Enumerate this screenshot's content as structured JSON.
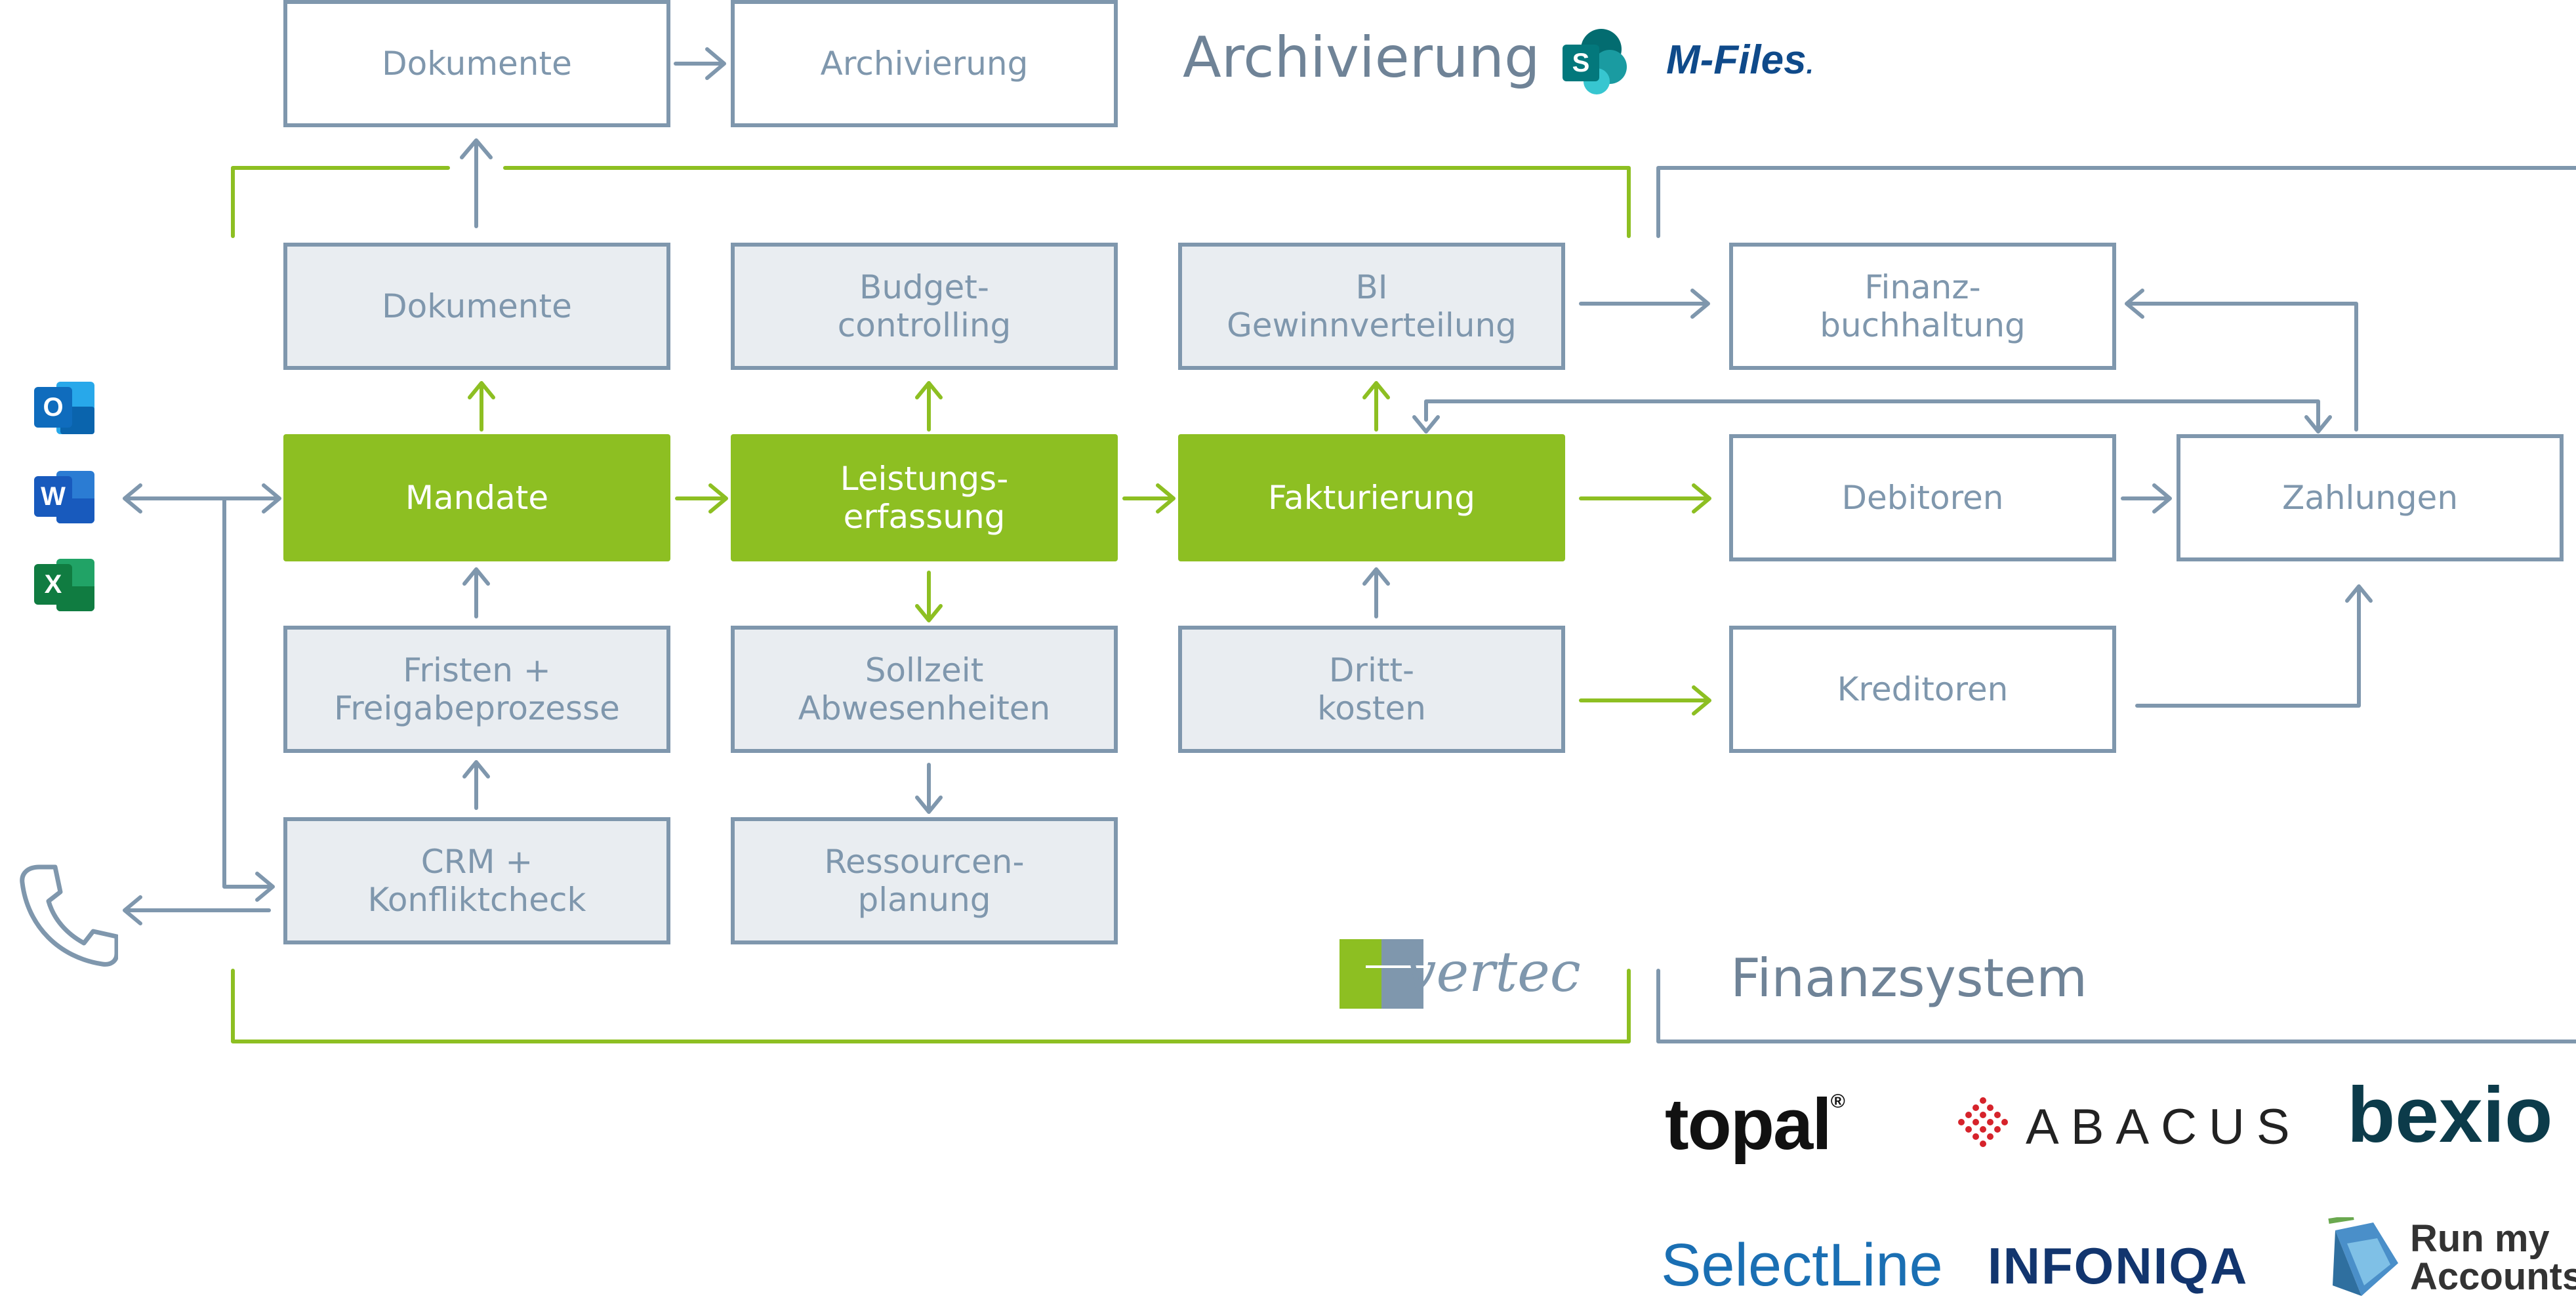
{
  "sections": {
    "archive_title": "Archivierung",
    "finance_title": "Finanzsystem"
  },
  "archive": {
    "documents": "Dokumente",
    "archiving": "Archivierung"
  },
  "vertec": {
    "documents": "Dokumente",
    "budget": [
      "Budget-",
      "controlling"
    ],
    "bi": [
      "BI",
      "Gewinnverteilung"
    ],
    "mandate": "Mandate",
    "service": [
      "Leistungs-",
      "erfassung"
    ],
    "invoicing": "Fakturierung",
    "deadlines": [
      "Fristen +",
      "Freigabeprozesse"
    ],
    "target_time": [
      "Sollzeit",
      "Abwesenheiten"
    ],
    "third_party": [
      "Dritt-",
      "kosten"
    ],
    "crm": [
      "CRM +",
      "Konfliktcheck"
    ],
    "resources": [
      "Ressourcen-",
      "planung"
    ],
    "logo": "vertec"
  },
  "finance": {
    "accounting": [
      "Finanz-",
      "buchhaltung"
    ],
    "debtors": "Debitoren",
    "payments": "Zahlungen",
    "creditors": "Kreditoren"
  },
  "apps": {
    "outlook_letter": "O",
    "word_letter": "W",
    "excel_letter": "X",
    "sharepoint_letter": "S"
  },
  "logos": {
    "mfiles": "M-Files",
    "mfiles_dot": ".",
    "topal": "topal",
    "topal_mark": "®",
    "abacus": "ABACUS",
    "bexio": "bexio",
    "selectline": "SelectLine",
    "infoniqa": "INFONIQA",
    "runmyaccounts": [
      "Run my",
      "Accounts"
    ]
  },
  "colors": {
    "green": "#8dbf22",
    "blue_grey": "#7f97ad",
    "light_fill": "#e9edf1"
  }
}
